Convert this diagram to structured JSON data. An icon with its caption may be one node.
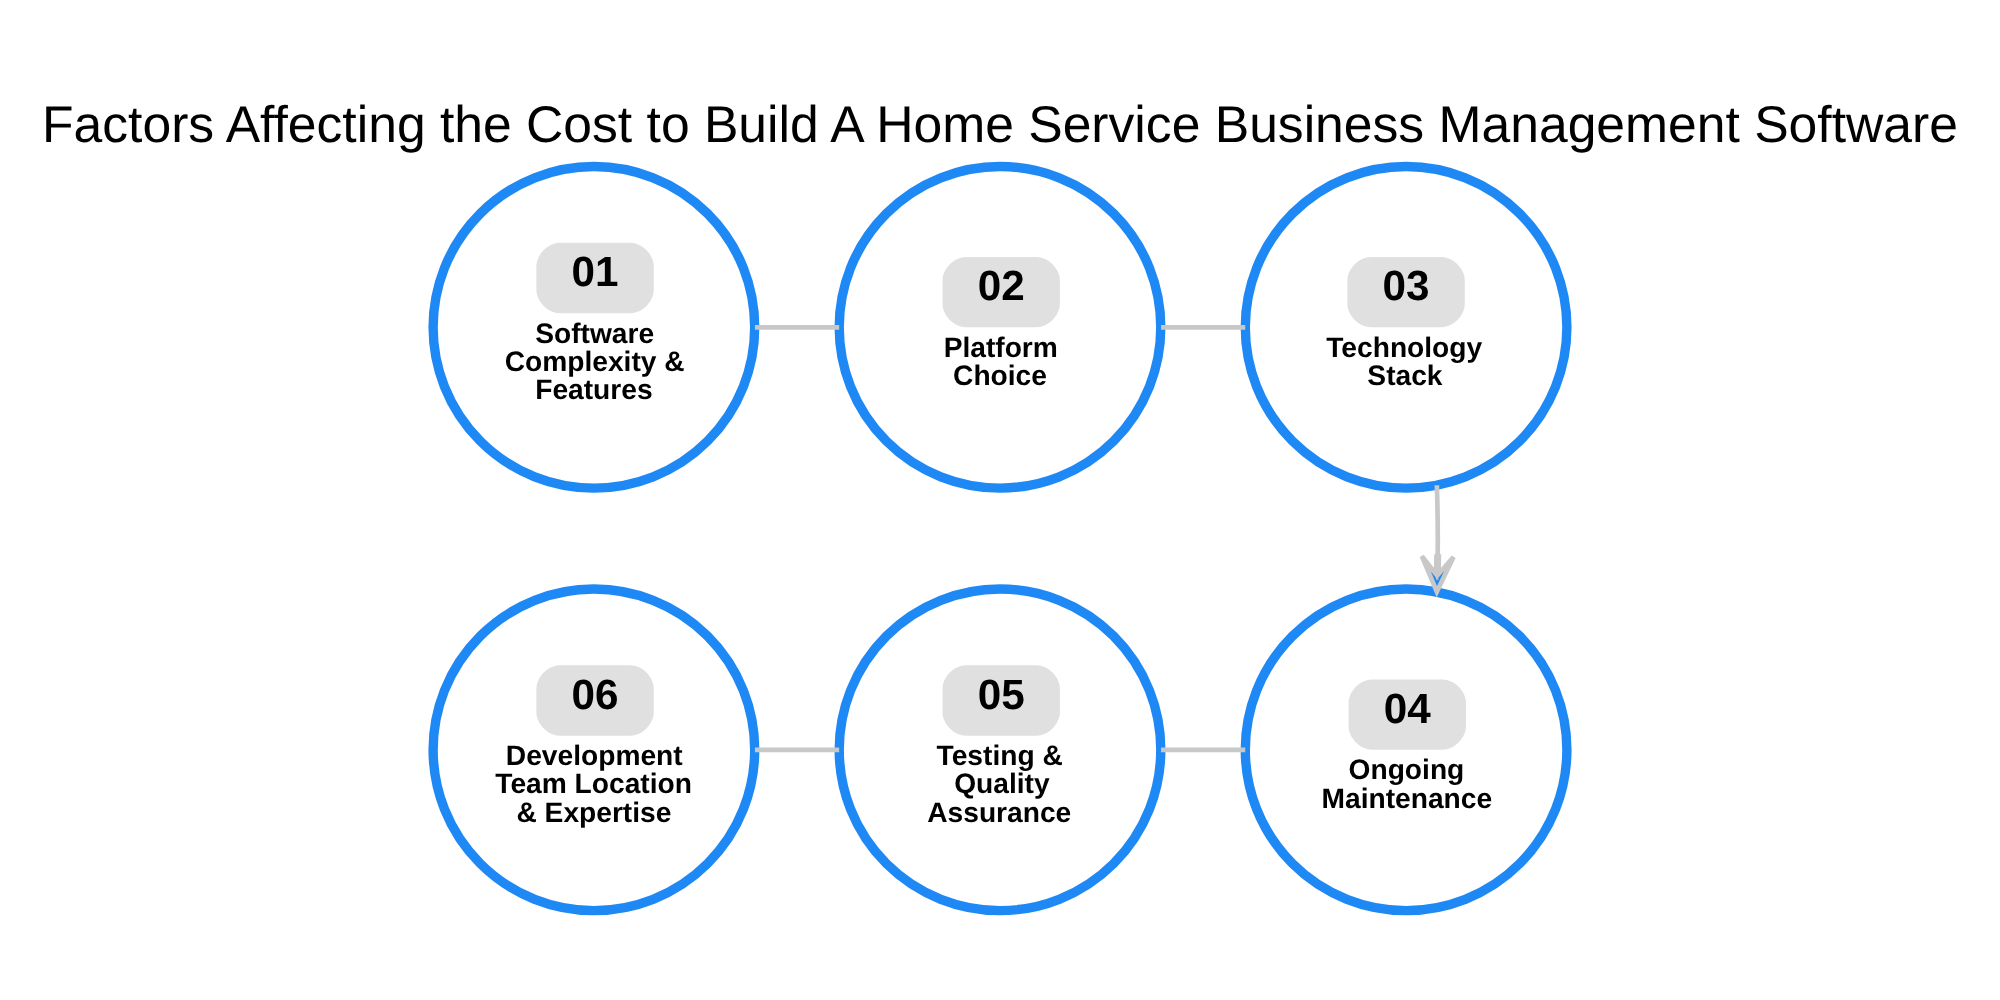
{
  "diagram": {
    "title": "Factors Affecting the Cost to Build A Home Service Business Management Software",
    "nodes": [
      {
        "text": [
          "01",
          "Software Complexity & Features"
        ]
      },
      {
        "text": [
          "02",
          "Platform Choice"
        ]
      },
      {
        "text": [
          "03",
          "Technology Stack"
        ]
      },
      {
        "text": [
          "04",
          "Ongoing Maintenance"
        ]
      },
      {
        "text": [
          "05",
          "Testing & Quality Assurance"
        ]
      },
      {
        "text": [
          "06",
          "Development Team Location & Expertise"
        ]
      }
    ],
    "edges": [
      {
        "from": 0,
        "to": 1,
        "arrow": "none"
      },
      {
        "from": 1,
        "to": 2,
        "arrow": "none"
      },
      {
        "from": 2,
        "to": 3,
        "arrow": "to"
      },
      {
        "from": 3,
        "to": 4,
        "arrow": "none"
      },
      {
        "from": 4,
        "to": 5,
        "arrow": "none"
      }
    ]
  }
}
